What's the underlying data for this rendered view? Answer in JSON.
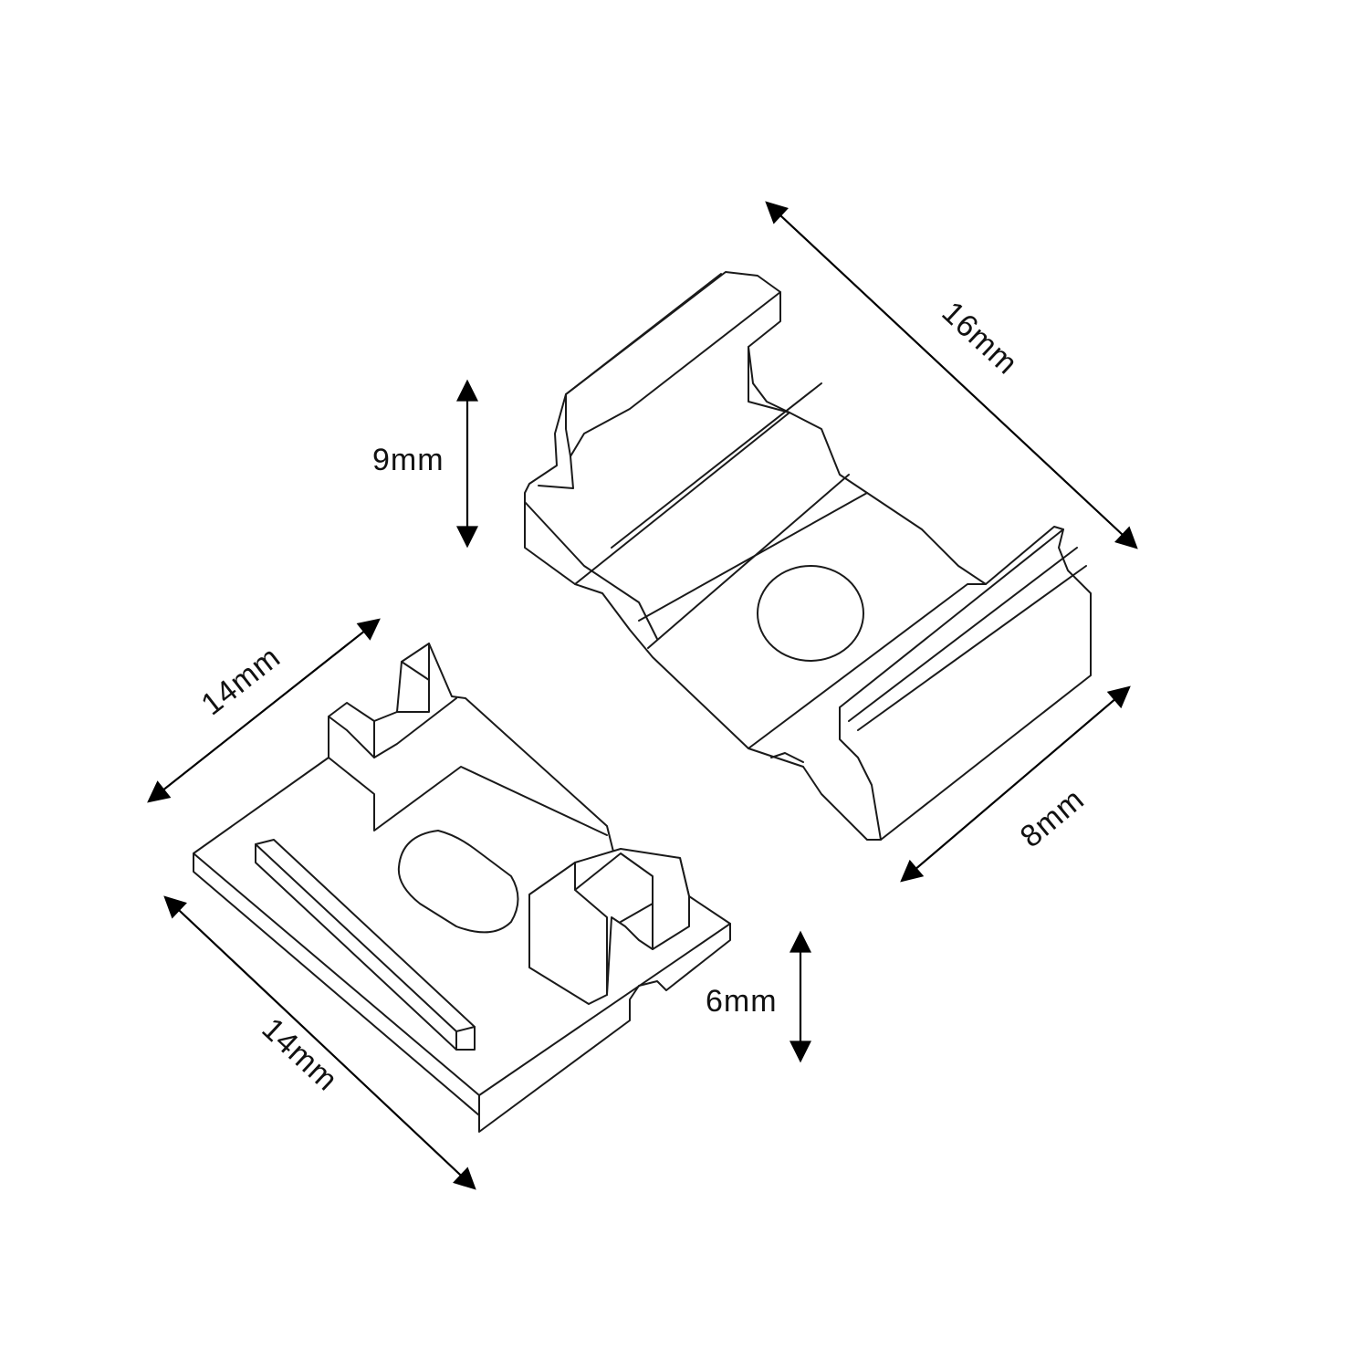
{
  "dimensions": {
    "clip_length": "16mm",
    "clip_height": "9mm",
    "clip_width": "8mm",
    "cap_width": "14mm",
    "cap_length": "14mm",
    "cap_height": "6mm"
  },
  "colors": {
    "line": "#1a1a1a",
    "background": "#ffffff"
  }
}
